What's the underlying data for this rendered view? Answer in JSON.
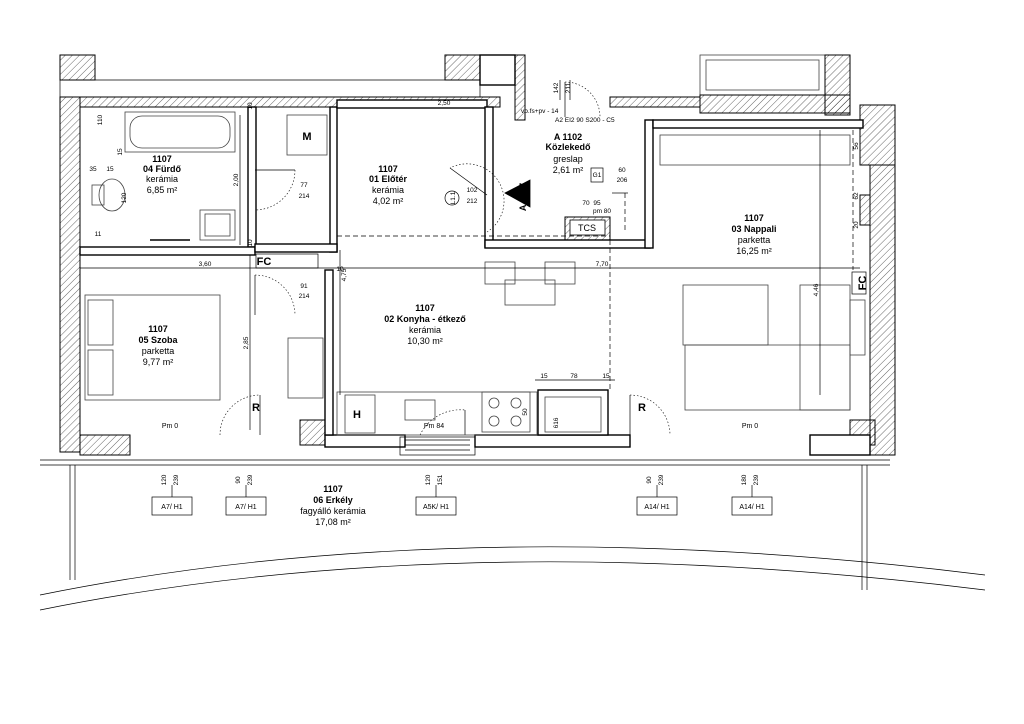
{
  "rooms": {
    "bath": {
      "number": "1107",
      "name": "04 Fürdő",
      "floor": "kerámia",
      "area": "6,85 m²"
    },
    "hall": {
      "number": "1107",
      "name": "01 Előtér",
      "floor": "kerámia",
      "area": "4,02 m²"
    },
    "corridor": {
      "number": "A 1102",
      "name": "Közlekedő",
      "floor": "greslap",
      "area": "2,61 m²"
    },
    "living": {
      "number": "1107",
      "name": "03 Nappali",
      "floor": "parketta",
      "area": "16,25 m²"
    },
    "bedroom": {
      "number": "1107",
      "name": "05 Szoba",
      "floor": "parketta",
      "area": "9,77 m²"
    },
    "kitchen": {
      "number": "1107",
      "name": "02 Konyha - étkező",
      "floor": "kerámia",
      "area": "10,30 m²"
    },
    "balcony": {
      "number": "1107",
      "name": "06 Erkély",
      "floor": "fagyálló kerámia",
      "area": "17,08 m²"
    }
  },
  "labels": {
    "m": "M",
    "fc_left": "FC",
    "fc_right": "FC",
    "h": "H",
    "r_left": "R",
    "r_right": "R",
    "tcs": "TCS",
    "g1": "G1",
    "l1": "L1.1",
    "apartment": "A 1107",
    "door_spec": "A2 EI2 90 S200 - C5",
    "vb": "vb.fs+pv - 14",
    "pm_left": "Pm 0",
    "pm_mid": "Pm 84",
    "pm_right": "Pm 0",
    "pm80": "pm 80"
  },
  "dims": {
    "d360": "3,60",
    "d770": "7,70",
    "d200": "2,00",
    "d475": "4,75",
    "d285": "2,85",
    "d446": "4,46",
    "d77": "77",
    "d214a": "214",
    "d91": "91",
    "d214b": "214",
    "d102": "102",
    "d212": "212",
    "d60": "60",
    "d206": "206",
    "d70": "70",
    "d95": "95",
    "d15a": "15",
    "d78": "78",
    "d15b": "15",
    "d50": "50",
    "d616": "616",
    "d142": "142",
    "d211": "211",
    "d35": "35",
    "d15c": "15",
    "d120": "120",
    "d11": "11",
    "d10a": "10",
    "d10b": "10",
    "d10c": "10",
    "d250": "2,50",
    "d56": "56",
    "d62": "62",
    "d20": "20",
    "d15d": "15",
    "d110": "110"
  },
  "windows": [
    {
      "top": "120",
      "bottom": "239",
      "tag": "A7/ H1"
    },
    {
      "top": "90",
      "bottom": "239",
      "tag": "A7/ H1"
    },
    {
      "top": "120",
      "bottom": "151",
      "tag": "A5K/ H1"
    },
    {
      "top": "90",
      "bottom": "239",
      "tag": "A14/ H1"
    },
    {
      "top": "180",
      "bottom": "239",
      "tag": "A14/ H1"
    }
  ]
}
